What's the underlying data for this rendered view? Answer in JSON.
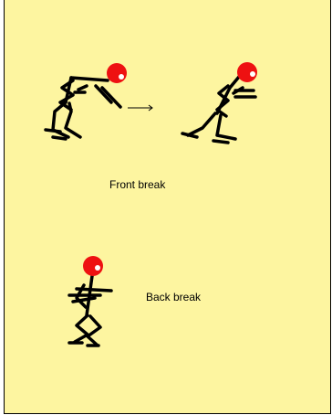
{
  "colors": {
    "background": "#fdf5a0",
    "head": "#ee1111",
    "figure": "#000000",
    "eye": "#ffffff"
  },
  "figures": [
    {
      "name": "front-break-crouch",
      "facing": "right"
    },
    {
      "name": "front-break-lunge",
      "facing": "right"
    },
    {
      "name": "back-break-squat",
      "facing": "right"
    }
  ],
  "labels": {
    "front_break": "Front break",
    "back_break": "Back break"
  }
}
